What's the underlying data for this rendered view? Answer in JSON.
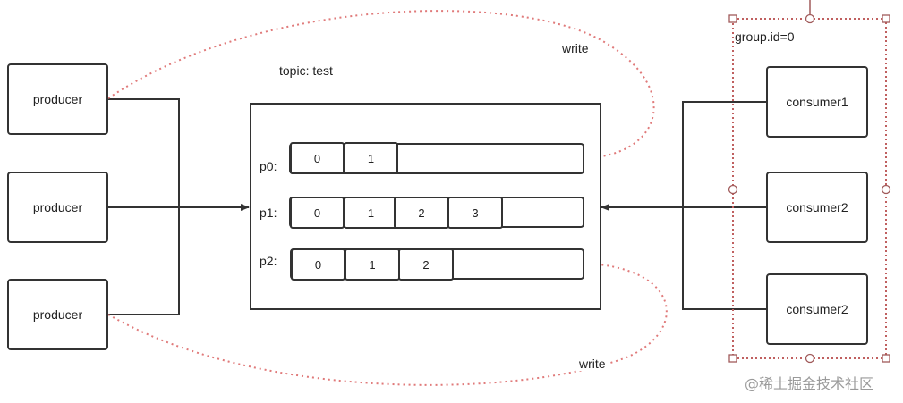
{
  "topic": {
    "title": "topic: test",
    "partitions": [
      {
        "label": "p0:",
        "offsets": [
          "0",
          "1"
        ]
      },
      {
        "label": "p1:",
        "offsets": [
          "0",
          "1",
          "2",
          "3"
        ]
      },
      {
        "label": "p2:",
        "offsets": [
          "0",
          "1",
          "2"
        ]
      }
    ]
  },
  "producers": [
    "producer",
    "producer",
    "producer"
  ],
  "consumer_group": {
    "label": "group.id=0",
    "consumers": [
      "consumer1",
      "consumer2",
      "consumer2"
    ]
  },
  "edges": {
    "write_label_top": "write",
    "write_label_bottom": "write"
  },
  "watermark": "@稀土掘金技术社区",
  "colors": {
    "stroke": "#333333",
    "write_edge": "#e07a7a",
    "selection": "#a05a5a"
  }
}
